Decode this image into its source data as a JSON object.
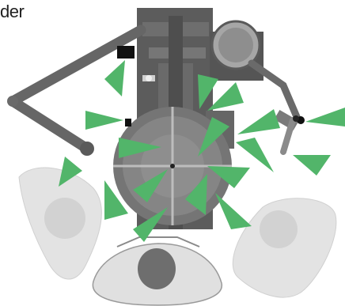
{
  "corner_text": "der",
  "colors": {
    "arrow_green": "#52b56a",
    "equipment_dark": "#5a5a5a",
    "equipment_mid": "#7a7a7a",
    "equipment_light": "#9a9a9a",
    "person_light": "#e2e2e2",
    "person_head": "#6e6e6e"
  },
  "scene": {
    "ceiling_arm": "ceiling-mounted-arm",
    "column": "vertical-column",
    "round_table": "round-table",
    "top_disc": "top-disc",
    "surgeon_left": "person-left",
    "surgeon_bottom": "person-bottom",
    "surgeon_right": "person-right"
  },
  "arrow_count": 17
}
